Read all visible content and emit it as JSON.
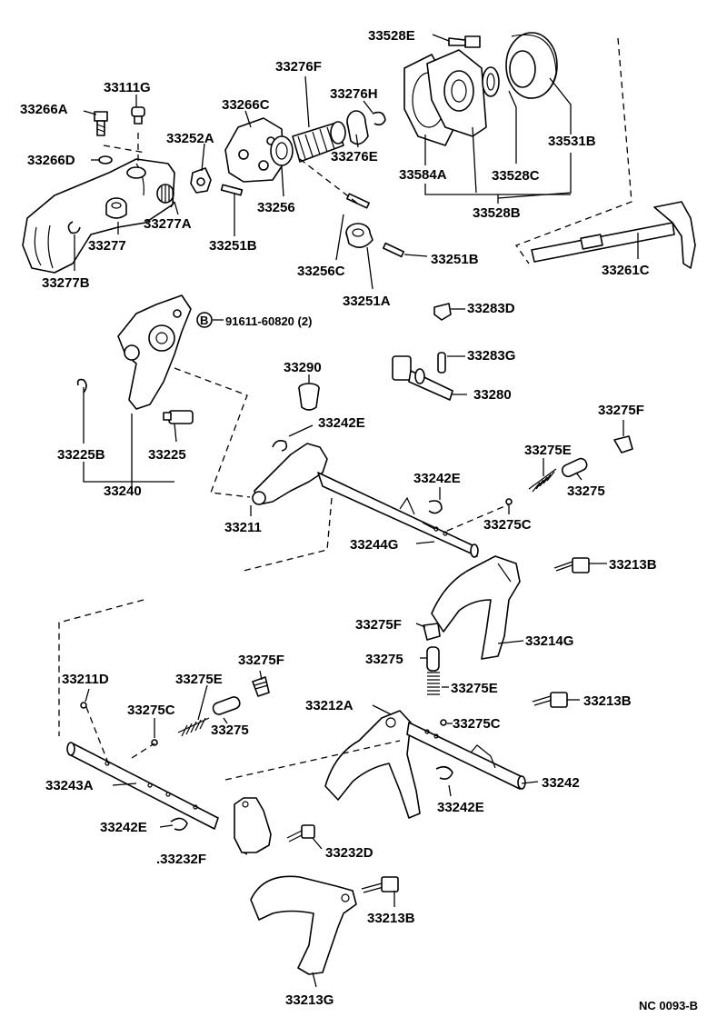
{
  "diagram": {
    "code": "NC 0093-B",
    "labels": {
      "p33528E": "33528E",
      "p33276F": "33276F",
      "p33111G": "33111G",
      "p33266A": "33266A",
      "p33266C": "33266C",
      "p33276H": "33276H",
      "p33252A": "33252A",
      "p33531B": "33531B",
      "p33266D": "33266D",
      "p33276E": "33276E",
      "p33584A": "33584A",
      "p33528C": "33528C",
      "p33277A": "33277A",
      "p33256": "33256",
      "p33528B": "33528B",
      "p33277": "33277",
      "p33251B_a": "33251B",
      "p33256C": "33256C",
      "p33251B_b": "33251B",
      "p33261C": "33261C",
      "p33277B": "33277B",
      "p33251A": "33251A",
      "p33283D": "33283D",
      "bolt": "91611-60820 (2)",
      "boltRef": "B",
      "p33283G": "33283G",
      "p33290": "33290",
      "p33280": "33280",
      "p33275F_a": "33275F",
      "p33242E_a": "33242E",
      "p33225B": "33225B",
      "p33225": "33225",
      "p33275E_a": "33275E",
      "p33242E_b": "33242E",
      "p33275_a": "33275",
      "p33240": "33240",
      "p33211": "33211",
      "p33275C_a": "33275C",
      "p33244G": "33244G",
      "p33213B_a": "33213B",
      "p33275F_b": "33275F",
      "p33214G": "33214G",
      "p33275F_c": "33275F",
      "p33275_b": "33275",
      "p33211D": "33211D",
      "p33275E_b": "33275E",
      "p33275E_c": "33275E",
      "p33213B_b": "33213B",
      "p33212A": "33212A",
      "p33275C_b": "33275C",
      "p33275_c": "33275",
      "p33275C_c": "33275C",
      "p33242": "33242",
      "p33243A": "33243A",
      "p33242E_c": "33242E",
      "p33242E_d": "33242E",
      "p33232F": ".33232F",
      "p33232D": "33232D",
      "p33213B_c": "33213B",
      "p33213G": "33213G"
    }
  }
}
